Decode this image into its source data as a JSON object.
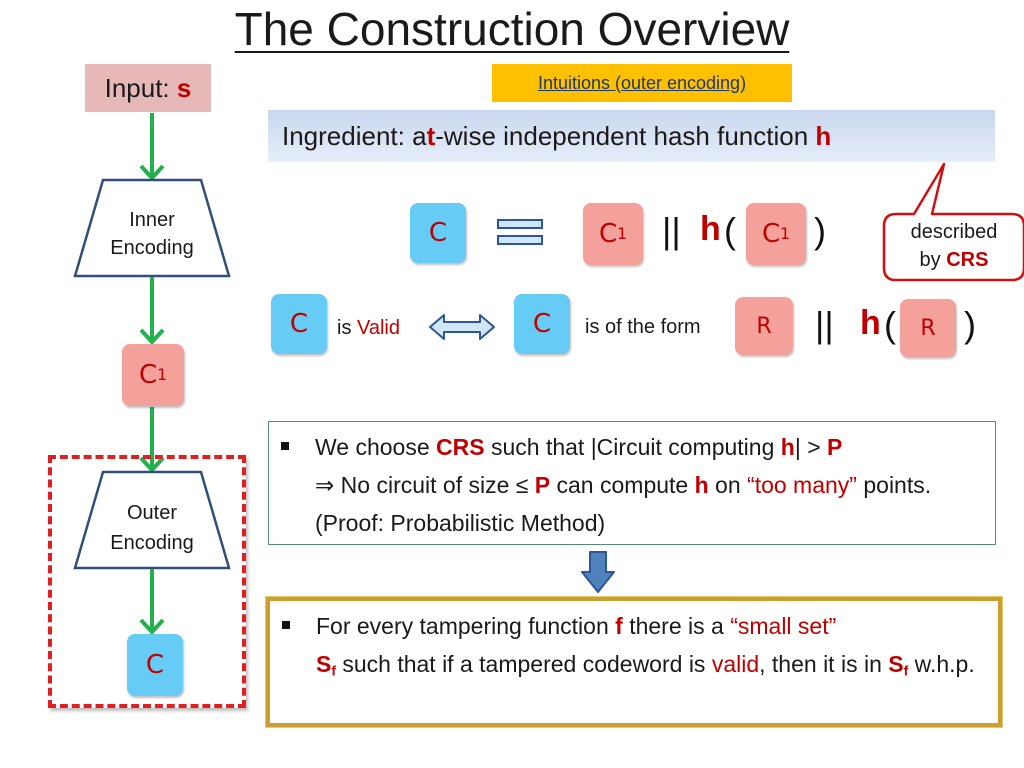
{
  "title": "The Construction Overview",
  "input": {
    "label": "Input:",
    "var": "s"
  },
  "intuitions": "Intuitions (outer encoding)",
  "ingredient": {
    "prefix": "Ingredient: a ",
    "t": "t",
    "mid": "-wise independent hash function ",
    "h": "h"
  },
  "callout": {
    "line1": "described",
    "by": "by ",
    "crs": "CRS"
  },
  "flow": {
    "inner_line1": "Inner",
    "inner_line2": "Encoding",
    "c1": "C",
    "c1_sub": "1",
    "outer_line1": "Outer",
    "outer_line2": "Encoding",
    "c": "C"
  },
  "eq1": {
    "lhs": "C",
    "c1": "C",
    "c1_sub": "1",
    "concat": "||",
    "h": "h",
    "open": "(",
    "close": ")"
  },
  "eq2": {
    "lhs": "C",
    "is": "is ",
    "valid": "Valid",
    "rhs": "C",
    "form_text": "is of the form",
    "r": "R",
    "concat": "||",
    "h": "h",
    "open": "(",
    "close": ")"
  },
  "bullet1": {
    "t1": "We choose ",
    "crs": "CRS",
    "t2": " such that  |Circuit computing ",
    "h": "h",
    "t3": "| > ",
    "p": "P",
    "t4": "⇒ No circuit of size ≤ ",
    "p2": "P",
    "t5": " can compute ",
    "h2": "h",
    "t6": "  on ",
    "too_many": "“too many”",
    "t7": " points. (Proof: Probabilistic Method)"
  },
  "bullet2": {
    "t1": "For every tampering function ",
    "f": "f",
    "t2": " there is a ",
    "small_set": "“small set”",
    "s": "S",
    "s_sub": "f",
    "t3": " such that if a tampered codeword is ",
    "valid": "valid",
    "t4": ", then it is in ",
    "s2": "S",
    "s2_sub": "f",
    "t5": " w.h.p."
  },
  "colors": {
    "red": "#c00000",
    "blue_box": "#66ccf5",
    "pink_box": "#f4a19c",
    "green_arrow": "#22b14c",
    "orange_tag": "#ffc000"
  }
}
